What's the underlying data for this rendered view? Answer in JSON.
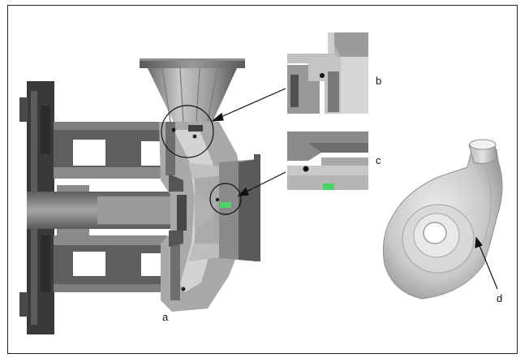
{
  "figure": {
    "labels": {
      "a": "a",
      "b": "b",
      "c": "c",
      "d": "d"
    },
    "colors": {
      "frame": "#222222",
      "metal_dark": "#4a4a4a",
      "metal_mid": "#8c8c8c",
      "metal_light": "#c2c2c2",
      "shaft": "#7d7d7d",
      "seal_green": "#4bd36a",
      "arrow": "#111111"
    },
    "icons": [
      "pump-cross-section",
      "detail-view-b",
      "detail-view-c",
      "volute-casing-3d"
    ]
  }
}
